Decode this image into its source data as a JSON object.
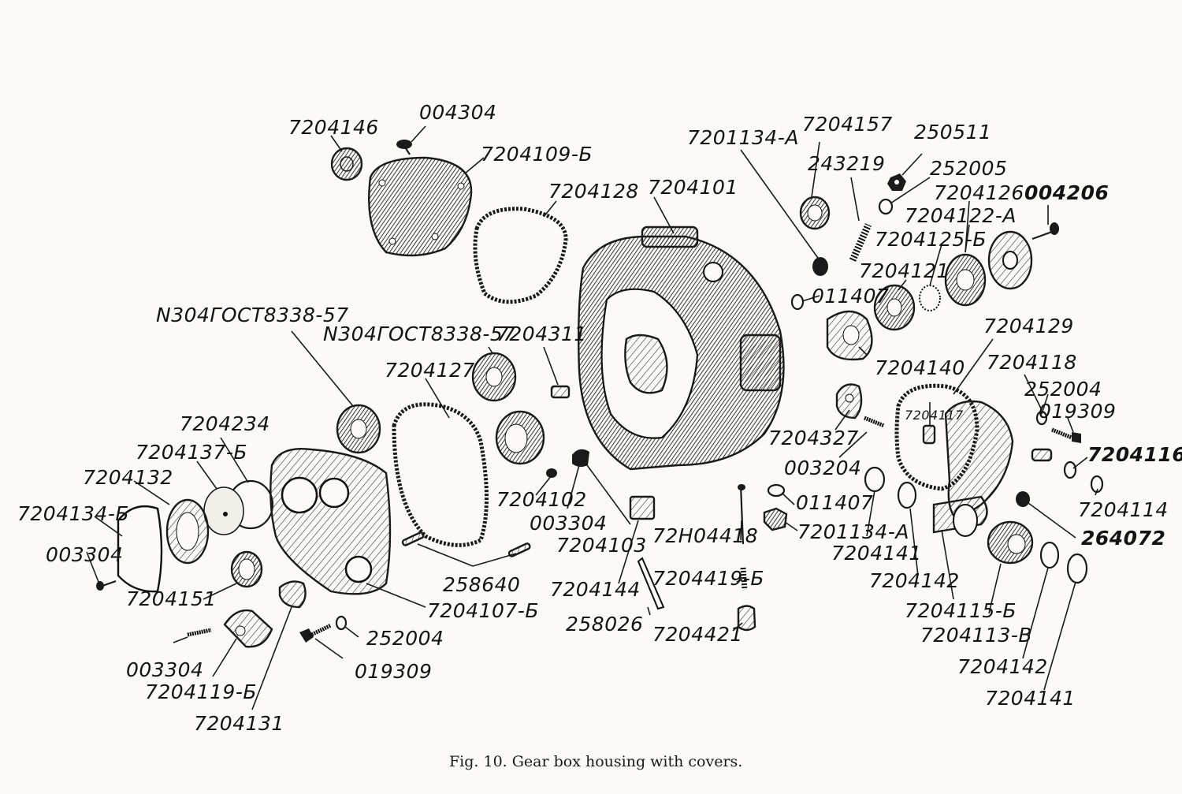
{
  "caption": "Fig. 10. Gear box housing with covers.",
  "labels": {
    "l01": "7204146",
    "l02": "004304",
    "l03": "7204109-Б",
    "l04": "7204128",
    "l05": "7204101",
    "l06": "7201134-А",
    "l07": "7204157",
    "l08": "243219",
    "l09": "250511",
    "l10": "252005",
    "l11": "7204126",
    "l12": "004206",
    "l13": "7204122-А",
    "l14": "7204125-Б",
    "l15": "7204121",
    "l16": "011407",
    "l17": "N304ГОСТ8338-57",
    "l18": "N304ГОСТ8338-57",
    "l19": "7204311",
    "l20": "7204127",
    "l21": "7204140",
    "l22": "7204129",
    "l23": "7204118",
    "l24": "252004",
    "l25": "019309",
    "l26": "7204117",
    "l27": "7204327",
    "l28": "7204116",
    "l29": "003204",
    "l30": "7204234",
    "l31": "7204137-Б",
    "l32": "7204132",
    "l33": "7204134-Б",
    "l34": "003304",
    "l35": "7204102",
    "l36": "003304",
    "l37": "011407",
    "l38": "7204114",
    "l39": "72H04418",
    "l40": "7201134-А",
    "l41": "264072",
    "l42": "7204103",
    "l43": "7204141",
    "l44": "258640",
    "l45": "7204151",
    "l46": "7204144",
    "l47": "7204419-Б",
    "l48": "7204142",
    "l49": "7204107-Б",
    "l50": "7204115-Б",
    "l51": "258026",
    "l52": "252004",
    "l53": "7204421",
    "l54": "7204113-В",
    "l55": "003304",
    "l56": "019309",
    "l57": "7204142",
    "l58": "7204119-Б",
    "l59": "7204141",
    "l60": "7204131"
  }
}
